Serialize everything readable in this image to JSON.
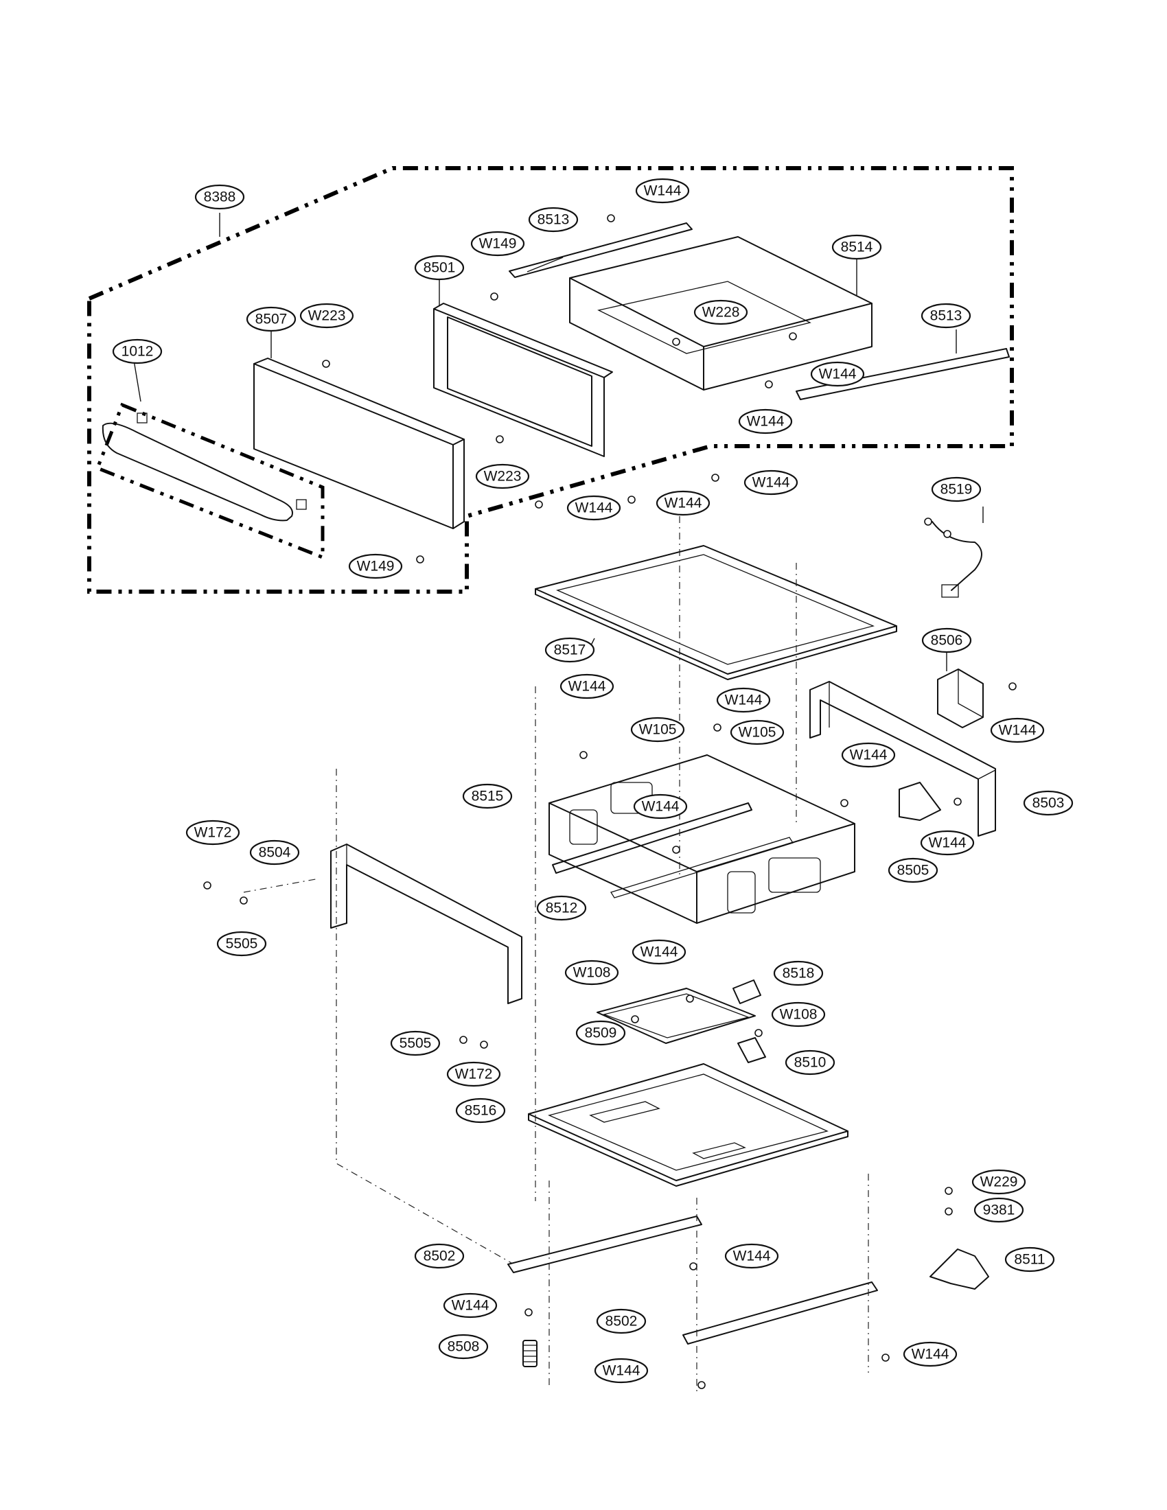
{
  "callouts": [
    {
      "id": "8388",
      "label": "8388"
    },
    {
      "id": "1012",
      "label": "1012"
    },
    {
      "id": "8507",
      "label": "8507"
    },
    {
      "id": "W223-a",
      "label": "W223"
    },
    {
      "id": "W223-b",
      "label": "W223"
    },
    {
      "id": "8501",
      "label": "8501"
    },
    {
      "id": "W149-a",
      "label": "W149"
    },
    {
      "id": "W149-b",
      "label": "W149"
    },
    {
      "id": "8513-a",
      "label": "8513"
    },
    {
      "id": "8513-b",
      "label": "8513"
    },
    {
      "id": "W144-1",
      "label": "W144"
    },
    {
      "id": "8514",
      "label": "8514"
    },
    {
      "id": "W228",
      "label": "W228"
    },
    {
      "id": "W144-2",
      "label": "W144"
    },
    {
      "id": "W144-3",
      "label": "W144"
    },
    {
      "id": "W144-4",
      "label": "W144"
    },
    {
      "id": "W144-5",
      "label": "W144"
    },
    {
      "id": "W144-6",
      "label": "W144"
    },
    {
      "id": "8519",
      "label": "8519"
    },
    {
      "id": "8517",
      "label": "8517"
    },
    {
      "id": "8506",
      "label": "8506"
    },
    {
      "id": "W144-7",
      "label": "W144"
    },
    {
      "id": "W144-8",
      "label": "W144"
    },
    {
      "id": "W144-9",
      "label": "W144"
    },
    {
      "id": "W105-a",
      "label": "W105"
    },
    {
      "id": "W105-b",
      "label": "W105"
    },
    {
      "id": "W144-10",
      "label": "W144"
    },
    {
      "id": "8515",
      "label": "8515"
    },
    {
      "id": "W144-11",
      "label": "W144"
    },
    {
      "id": "8503",
      "label": "8503"
    },
    {
      "id": "W144-12",
      "label": "W144"
    },
    {
      "id": "8505",
      "label": "8505"
    },
    {
      "id": "W172-a",
      "label": "W172"
    },
    {
      "id": "8504",
      "label": "8504"
    },
    {
      "id": "8512",
      "label": "8512"
    },
    {
      "id": "5505-a",
      "label": "5505"
    },
    {
      "id": "W144-13",
      "label": "W144"
    },
    {
      "id": "W108-a",
      "label": "W108"
    },
    {
      "id": "8518",
      "label": "8518"
    },
    {
      "id": "W108-b",
      "label": "W108"
    },
    {
      "id": "8509",
      "label": "8509"
    },
    {
      "id": "5505-b",
      "label": "5505"
    },
    {
      "id": "W172-b",
      "label": "W172"
    },
    {
      "id": "8510",
      "label": "8510"
    },
    {
      "id": "8516",
      "label": "8516"
    },
    {
      "id": "W229",
      "label": "W229"
    },
    {
      "id": "9381",
      "label": "9381"
    },
    {
      "id": "8502-a",
      "label": "8502"
    },
    {
      "id": "W144-14",
      "label": "W144"
    },
    {
      "id": "8511",
      "label": "8511"
    },
    {
      "id": "W144-15",
      "label": "W144"
    },
    {
      "id": "8502-b",
      "label": "8502"
    },
    {
      "id": "8508",
      "label": "8508"
    },
    {
      "id": "W144-16",
      "label": "W144"
    },
    {
      "id": "W144-17",
      "label": "W144"
    }
  ]
}
